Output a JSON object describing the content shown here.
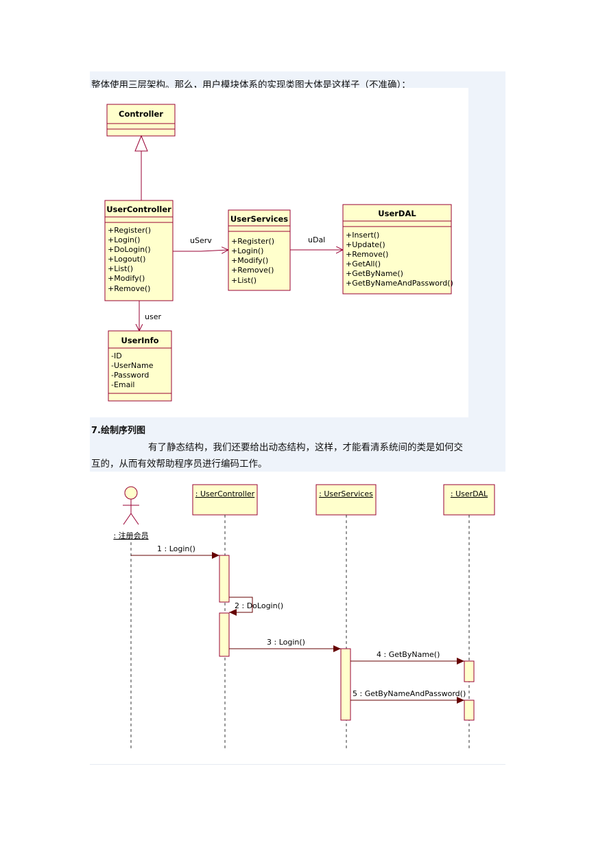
{
  "intro_text": "整体使用三层架构。那么，用户模块体系的实现类图大体是这样子（不准确）：",
  "class_diagram": {
    "classes": [
      {
        "name": "Controller",
        "members": []
      },
      {
        "name": "UserController",
        "members": [
          "+Register()",
          "+Login()",
          "+DoLogin()",
          "+Logout()",
          "+List()",
          "+Modify()",
          "+Remove()"
        ]
      },
      {
        "name": "UserServices",
        "members": [
          "+Register()",
          "+Login()",
          "+Modify()",
          "+Remove()",
          "+List()"
        ]
      },
      {
        "name": "UserDAL",
        "members": [
          "+Insert()",
          "+Update()",
          "+Remove()",
          "+GetAll()",
          "+GetByName()",
          "+GetByNameAndPassword()"
        ]
      },
      {
        "name": "UserInfo",
        "members": [
          "-ID",
          "-UserName",
          "-Password",
          "-Email"
        ]
      }
    ],
    "associations": [
      {
        "from": "UserController",
        "to": "UserServices",
        "label": "uServ"
      },
      {
        "from": "UserServices",
        "to": "UserDAL",
        "label": "uDal"
      },
      {
        "from": "UserController",
        "to": "UserInfo",
        "label": "user"
      }
    ],
    "generalizations": [
      {
        "from": "UserController",
        "to": "Controller"
      }
    ]
  },
  "section_heading": "7.绘制序列图",
  "section_paragraph": {
    "line1": "有了静态结构，我们还要给出动态结构，这样，才能看清系统间的类是如何交",
    "line2": "互的，从而有效帮助程序员进行编码工作。"
  },
  "sequence_diagram": {
    "actor": ": 注册会员",
    "lifelines": [
      ": UserController",
      ": UserServices",
      ": UserDAL"
    ],
    "messages": [
      {
        "label": "1 : Login()",
        "from": ": 注册会员",
        "to": ": UserController"
      },
      {
        "label": "2 : DoLogin()",
        "from": ": UserController",
        "to": ": UserController"
      },
      {
        "label": "3 : Login()",
        "from": ": UserController",
        "to": ": UserServices"
      },
      {
        "label": "4 : GetByName()",
        "from": ": UserServices",
        "to": ": UserDAL"
      },
      {
        "label": "5 : GetByNameAndPassword()",
        "from": ": UserServices",
        "to": ": UserDAL"
      }
    ]
  },
  "colors": {
    "box_fill": "#ffffcc",
    "box_stroke": "#990033",
    "panel_bg": "#eef3fa"
  }
}
